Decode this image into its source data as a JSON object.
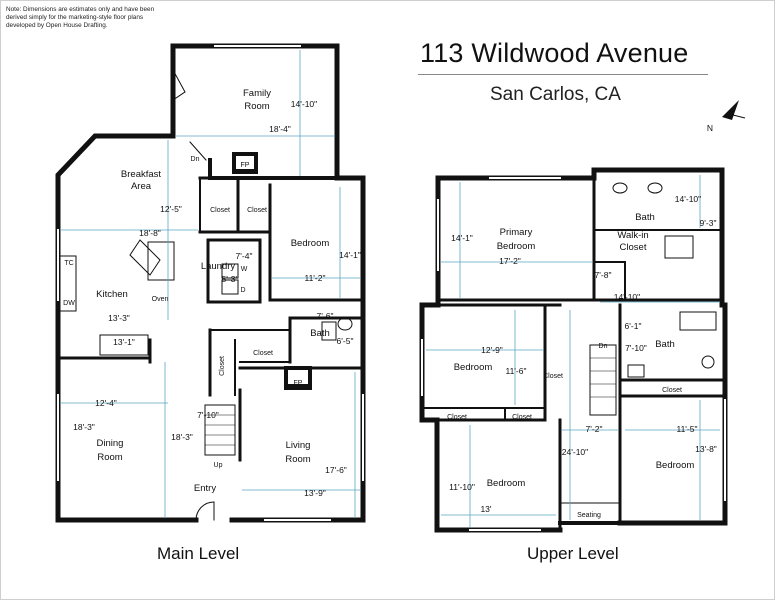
{
  "note": "Note: Dimensions are estimates only and have been derived simply for the marketing-style floor plans developed by Open House Drafting.",
  "title": "113 Wildwood Avenue",
  "subtitle": "San Carlos, CA",
  "compass": "N",
  "levels": {
    "main": "Main Level",
    "upper": "Upper Level"
  },
  "main": {
    "family_room": [
      "Family",
      "Room"
    ],
    "family_dims": [
      "14'-10\"",
      "18'-4\""
    ],
    "dn": "Dn",
    "fp": "FP",
    "breakfast": [
      "Breakfast",
      "Area"
    ],
    "breakfast_dims": [
      "12'-5\"",
      "18'-8\""
    ],
    "closet": "Closet",
    "bedroom": "Bedroom",
    "bedroom_dims": [
      "14'-1\"",
      "11'-2\""
    ],
    "laundry": "Laundry",
    "laundry_dims": [
      "7'-4\"",
      "5'-3\""
    ],
    "w": "W",
    "d": "D",
    "tc": "TC",
    "dw": "DW",
    "kitchen": "Kitchen",
    "oven": "Oven",
    "kitchen_dims": [
      "13'-3\"",
      "13'-1\""
    ],
    "bath": "Bath",
    "bath_dims": [
      "7'-6\"",
      "6'-5\""
    ],
    "dining": [
      "Dining",
      "Room"
    ],
    "dining_dims": [
      "12'-4\"",
      "18'-3\"",
      "18'-3\""
    ],
    "hall_dim": "7'-10\"",
    "up": "Up",
    "living": [
      "Living",
      "Room"
    ],
    "living_dims": [
      "17'-6\"",
      "13'-9\""
    ],
    "entry": "Entry"
  },
  "upper": {
    "primary": [
      "Primary",
      "Bedroom"
    ],
    "primary_dims": [
      "14'-1\"",
      "17'-2\""
    ],
    "bath": "Bath",
    "bath_dims": [
      "14'-10\"",
      "9'-3\""
    ],
    "walkin": [
      "Walk-in",
      "Closet"
    ],
    "walkin_dims": [
      "7'-8\"",
      "14'-10\""
    ],
    "bedroom": "Bedroom",
    "bedroom_a_dims": [
      "12'-9\"",
      "11'-6\""
    ],
    "closet": "Closet",
    "dn": "Dn",
    "bath2_dims": [
      "6'-1\"",
      "7'-10\""
    ],
    "hall_dims": [
      "7'-2\"",
      "24'-10\""
    ],
    "bedroom_c_dims": [
      "11'-5\"",
      "13'-8\""
    ],
    "bedroom_b_dims": [
      "11'-10\"",
      "13'"
    ],
    "seating": "Seating"
  }
}
